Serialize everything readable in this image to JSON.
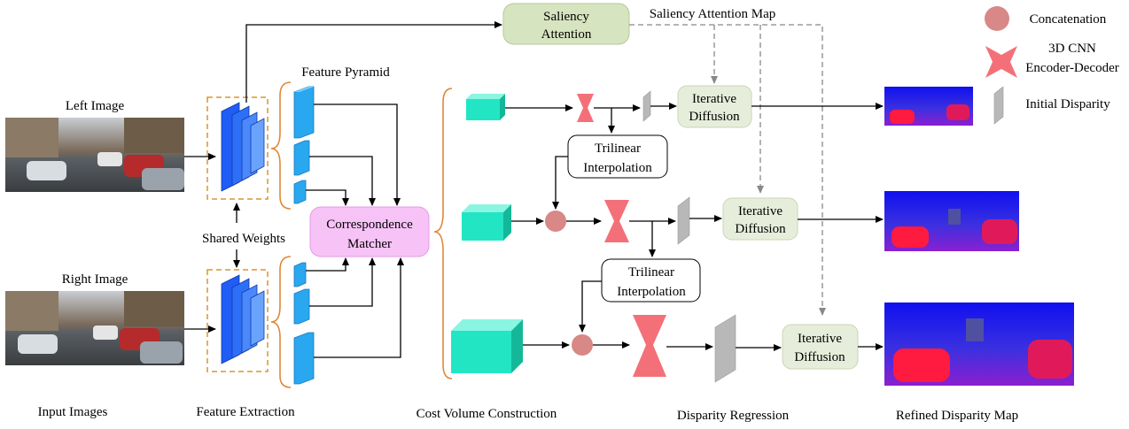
{
  "labels": {
    "left_image": "Left Image",
    "right_image": "Right Image",
    "shared_weights": "Shared Weights",
    "feature_pyramid": "Feature Pyramid",
    "correspondence_1": "Correspondence",
    "correspondence_2": "Matcher",
    "saliency_1": "Saliency",
    "saliency_2": "Attention",
    "saliency_map": "Saliency Attention Map",
    "trilinear_1": "Trilinear",
    "trilinear_2": "Interpolation",
    "iterative_1": "Iterative",
    "iterative_2": "Diffusion"
  },
  "legend": {
    "concatenation": "Concatenation",
    "cnn_1": "3D CNN",
    "cnn_2": "Encoder-Decoder",
    "initial_disparity": "Initial Disparity"
  },
  "stages": {
    "input": "Input Images",
    "feature": "Feature Extraction",
    "cost": "Cost Volume Construction",
    "regression": "Disparity Regression",
    "refined": "Refined Disparity Map"
  },
  "colors": {
    "feature_blue": "#1f5df5",
    "pyramid_cyan": "#29a8f0",
    "cost_teal": "#22e5c4",
    "cnn_red": "#f47078",
    "concat": "#d88886",
    "matcher_fill": "#f7c3f7",
    "saliency_fill": "#d6e4c0",
    "diffusion_fill": "#e6eedb",
    "dashed_orange": "#d9962f",
    "brace_orange": "#e0883a"
  }
}
